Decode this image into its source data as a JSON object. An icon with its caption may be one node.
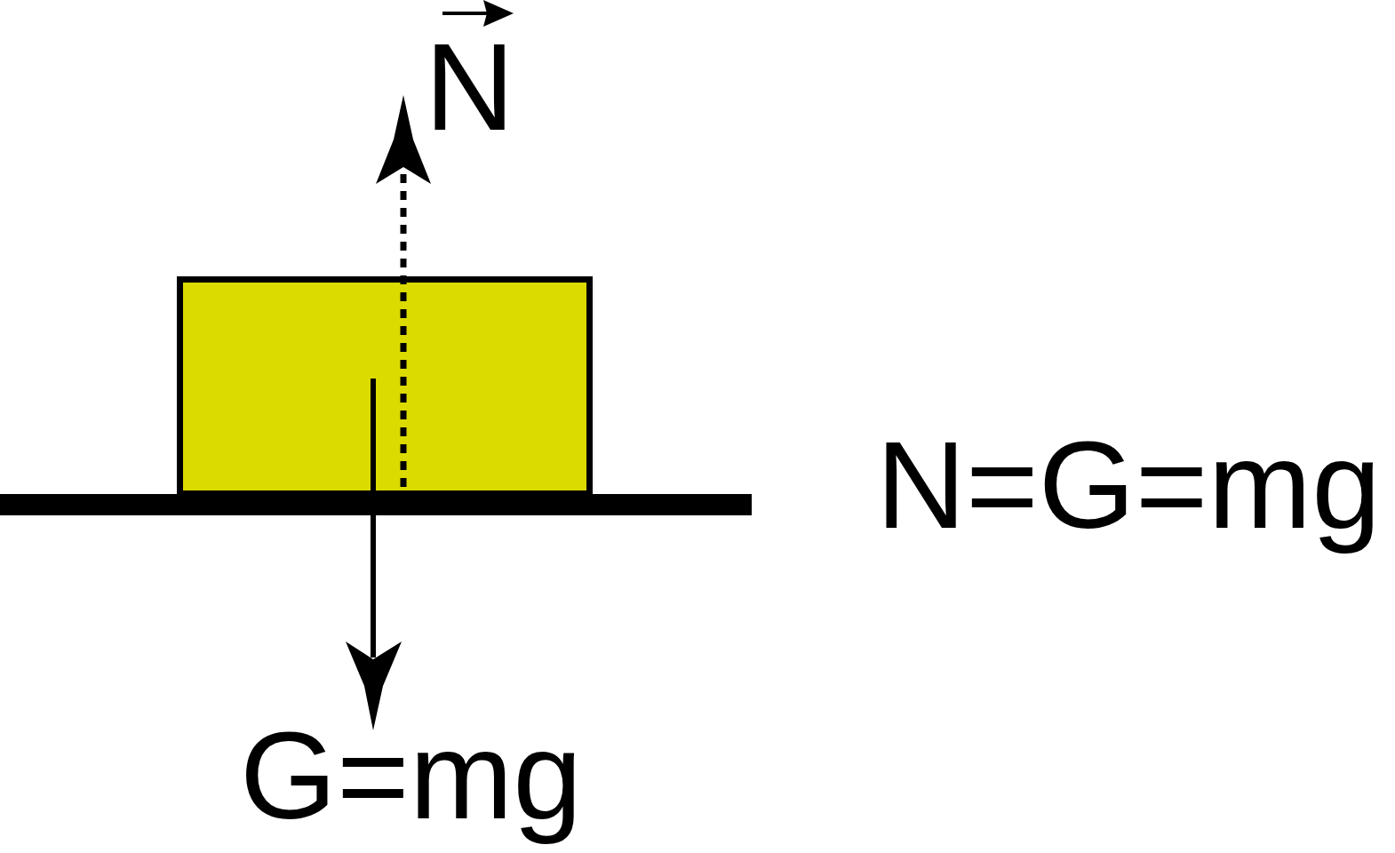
{
  "diagram": {
    "nodes": [
      {
        "text": [],
        "shape": "box"
      }
    ],
    "labels": [
      "N",
      "N=G=mg",
      "G=mg"
    ]
  }
}
